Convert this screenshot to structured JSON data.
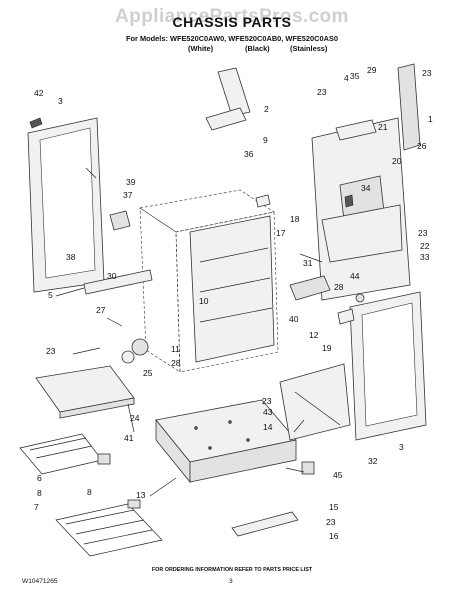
{
  "header": {
    "watermark": "AppliancePartsPros.com",
    "title": "CHASSIS PARTS",
    "models_line": "For Models: WFE520C0AW0, WFE520C0AB0, WFE520C0AS0",
    "color_white": "(White)",
    "color_black": "(Black)",
    "color_stainless": "(Stainless)"
  },
  "callouts": [
    "42",
    "3",
    "39",
    "37",
    "38",
    "30",
    "5",
    "27",
    "23",
    "25",
    "24",
    "41",
    "6",
    "8",
    "7",
    "13",
    "2",
    "9",
    "36",
    "18",
    "17",
    "10",
    "11",
    "28",
    "40",
    "12",
    "31",
    "44",
    "28",
    "19",
    "43",
    "14",
    "23",
    "32",
    "45",
    "15",
    "23",
    "16",
    "4",
    "35",
    "29",
    "23",
    "1",
    "21",
    "26",
    "20",
    "34",
    "23",
    "22",
    "33",
    "3",
    "23",
    "8"
  ],
  "footer": {
    "ordering_note": "FOR ORDERING INFORMATION REFER TO PARTS PRICE LIST",
    "doc_number": "W10471265",
    "page_number": "3"
  }
}
